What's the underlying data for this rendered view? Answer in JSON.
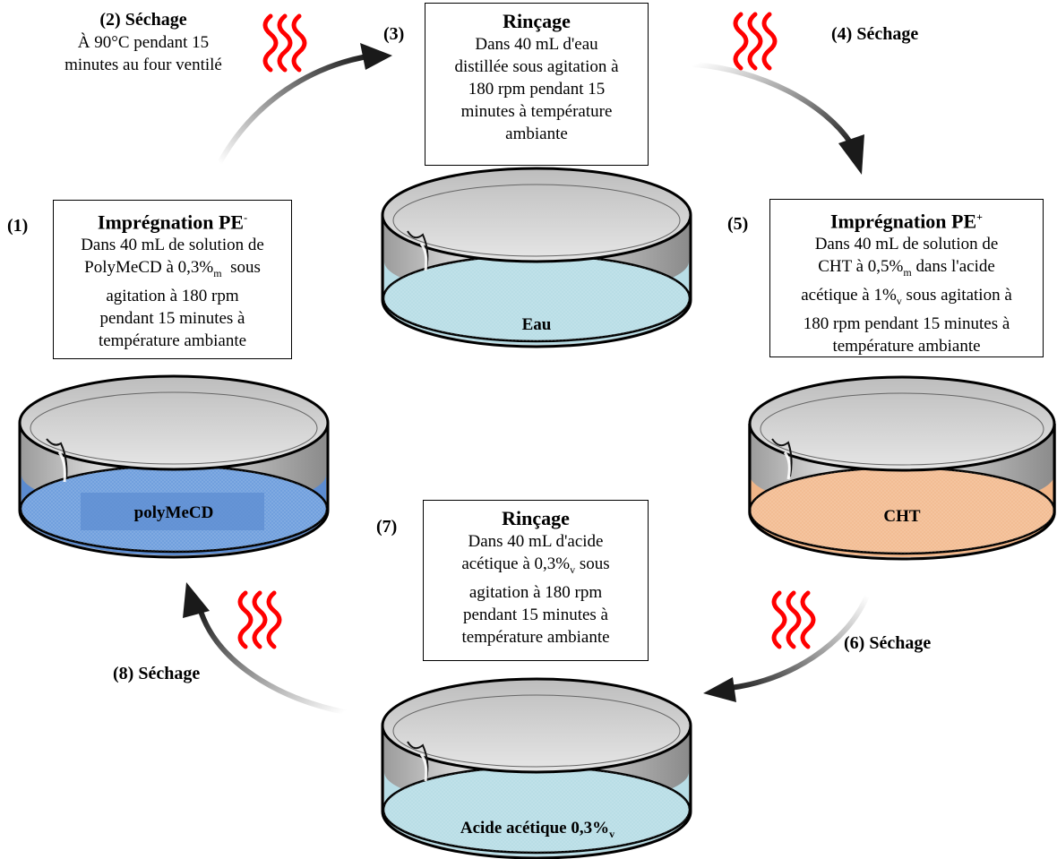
{
  "colors": {
    "blue_liquid": "#5b8bd0",
    "blue_liquid_light": "#6f9fdd",
    "water_liquid": "#b8dde6",
    "orange_liquid": "#f0b588",
    "heat_red": "#ff0000",
    "rim": "#c8c8c8",
    "arrow_dark": "#000000"
  },
  "steps": {
    "s1": {
      "num": "(1)",
      "title": "Imprégnation PE",
      "title_sup": "-",
      "l1": "Dans 40 mL de solution de",
      "l2a": "PolyMeCD à 0,3%",
      "l2sub": "m",
      "l2b": "  sous",
      "l3": "agitation à 180 rpm",
      "l4": "pendant 15 minutes à",
      "l5": "température ambiante"
    },
    "s2": {
      "num_title": "(2) Séchage",
      "l1": "À 90°C pendant 15",
      "l2": "minutes au four ventilé"
    },
    "s3": {
      "num": "(3)",
      "title": "Rinçage",
      "l1": "Dans 40 mL d'eau",
      "l2": "distillée sous agitation à",
      "l3": "180 rpm pendant 15",
      "l4": "minutes à température",
      "l5": "ambiante"
    },
    "s4": {
      "label": "(4) Séchage"
    },
    "s5": {
      "num": "(5)",
      "title": "Imprégnation PE",
      "title_sup": "+",
      "l1": "Dans 40 mL de solution de",
      "l2a": "CHT à 0,5%",
      "l2sub": "m",
      "l2b": " dans l'acide",
      "l3a": "acétique à 1%",
      "l3sub": "v",
      "l3b": " sous agitation à",
      "l4": "180 rpm pendant 15 minutes à",
      "l5": "température ambiante"
    },
    "s6": {
      "label": "(6) Séchage"
    },
    "s7": {
      "num": "(7)",
      "title": "Rinçage",
      "l1": "Dans 40 mL d'acide",
      "l2a": "acétique à 0,3%",
      "l2sub": "v",
      "l2b": " sous",
      "l3": "agitation à 180 rpm",
      "l4": "pendant 15 minutes à",
      "l5": "température ambiante"
    },
    "s8": {
      "label": "(8) Séchage"
    }
  },
  "dishes": {
    "polymecd": {
      "label": "polyMeCD"
    },
    "eau": {
      "label": "Eau"
    },
    "cht": {
      "label": "CHT"
    },
    "acide": {
      "label_main": "Acide acétique 0,3%",
      "label_sub": "v"
    }
  },
  "icons": [
    "heat-waves-icon",
    "curved-arrow-icon"
  ]
}
